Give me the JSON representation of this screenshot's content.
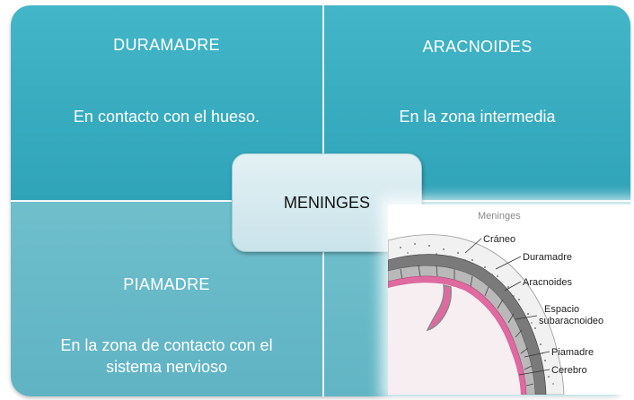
{
  "quadrants": {
    "top_left": {
      "title": "DURAMADRE",
      "text": "En contacto con el hueso."
    },
    "top_right": {
      "title": "ARACNOIDES",
      "text": "En la zona intermedia"
    },
    "bottom_left": {
      "title": "PIAMADRE",
      "text": "En la zona de contacto con el sistema nervioso"
    }
  },
  "center": {
    "label": "MENINGES"
  },
  "figure": {
    "title": "Meninges",
    "labels": {
      "craneo": "Cráneo",
      "duramadre": "Duramadre",
      "aracnoides": "Aracnoides",
      "espacio_1": "Espacio",
      "espacio_2": "subaracnoideo",
      "piamadre": "Piamadre",
      "cerebro": "Cerebro"
    }
  },
  "colors": {
    "top_quadrants": "#3aaec2",
    "bottom_quadrants": "#67b9c8",
    "center_box": "#d6eaef",
    "pia_layer": "#e06aa0"
  }
}
